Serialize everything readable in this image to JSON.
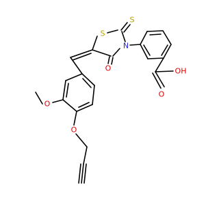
{
  "molecule": {
    "atoms": {
      "S_ring": {
        "text": "S",
        "element": "S"
      },
      "S_thione": {
        "text": "S",
        "element": "S"
      },
      "N_ring": {
        "text": "N",
        "element": "N"
      },
      "O_ring": {
        "text": "O",
        "element": "O"
      },
      "O_acid_carbonyl": {
        "text": "O",
        "element": "O"
      },
      "O_acid_hydroxyl": {
        "text": "OH",
        "element": "O"
      },
      "O_methoxy": {
        "text": "O",
        "element": "O"
      },
      "O_propargyl": {
        "text": "O",
        "element": "O"
      }
    },
    "colors": {
      "S": "#b8a200",
      "N": "#2222dd",
      "O": "#e00000",
      "bond": "#000000"
    }
  }
}
